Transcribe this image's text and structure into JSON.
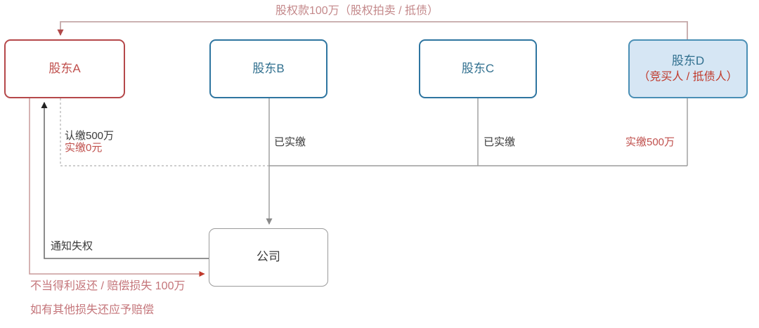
{
  "diagram": {
    "title_label": "股权款100万（股权拍卖 / 抵债）",
    "nodes": {
      "shareholder_a": {
        "label": "股东A"
      },
      "shareholder_b": {
        "label": "股东B"
      },
      "shareholder_c": {
        "label": "股东C"
      },
      "shareholder_d": {
        "label_main": "股东D",
        "label_sub": "（竞买人 / 抵债人）"
      },
      "company": {
        "label": "公司"
      }
    },
    "edge_labels": {
      "a_subscribed": "认缴500万",
      "a_paid": "实缴0元",
      "b_paid": "已实缴",
      "c_paid": "已实缴",
      "d_paid": "实缴500万",
      "notify_forfeit": "通知失权",
      "claim_line1": "不当得利返还 / 赔偿损失 100万",
      "claim_line2": "如有其他损失还应予赔偿"
    },
    "colors": {
      "red_border": "#b5484a",
      "red_text": "#c0504d",
      "muted_rose": "#c4898b",
      "blue_border": "#2e75a0",
      "blue_text": "#31708f",
      "blue_fill": "#d6e6f4",
      "gray_line": "#9b9b9b",
      "dark_text": "#3a3a3a"
    }
  }
}
